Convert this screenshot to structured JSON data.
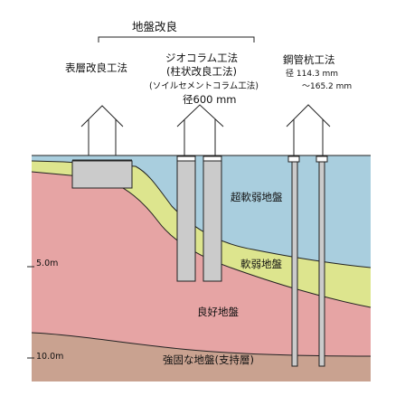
{
  "header": {
    "title": "地盤改良"
  },
  "methods": [
    {
      "name": "表層改良工法"
    },
    {
      "name": "ジオコラム工法",
      "sub1": "(柱状改良工法)",
      "sub2": "(ソイルセメントコラム工法)",
      "spec": "径600 mm"
    },
    {
      "name": "鋼管杭工法",
      "spec1": "径 114.3 mm",
      "spec2": "～165.2 mm"
    }
  ],
  "layers": {
    "super_soft": "超軟弱地盤",
    "soft": "軟弱地盤",
    "good": "良好地盤",
    "hard": "強固な地盤(支持層)"
  },
  "depth_marks": [
    "5.0m",
    "10.0m"
  ],
  "colors": {
    "water": "#a9cede",
    "soft": "#dde58e",
    "good": "#e6a4a4",
    "hard": "#c9a290",
    "column": "#cbcbcb",
    "house": "#ffffff"
  }
}
